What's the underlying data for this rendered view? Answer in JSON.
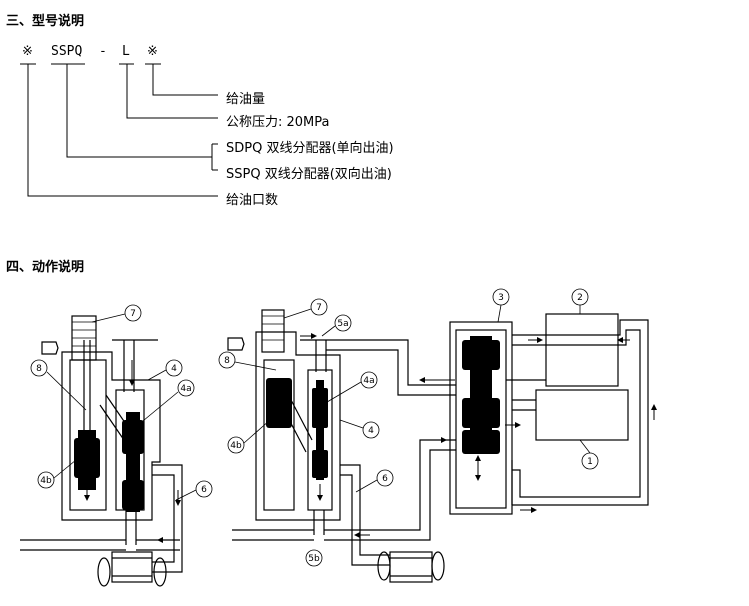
{
  "section3": {
    "heading": "三、型号说明",
    "model_code": {
      "part1": "※",
      "part2": "SSPQ",
      "dash": "-",
      "part3": "L",
      "part4": "※"
    },
    "descriptions": [
      "给油量",
      "公称压力: 20MPa",
      "SDPQ 双线分配器(单向出油)",
      "SSPQ 双线分配器(双向出油)",
      "给油口数"
    ]
  },
  "section4": {
    "heading": "四、动作说明",
    "callouts": {
      "c1": "1",
      "c2": "2",
      "c3": "3",
      "c4_left": "4",
      "c4a_left": "4a",
      "c4b_left": "4b",
      "c6_left": "6",
      "c7_left": "7",
      "c8_left": "8",
      "c4_mid": "4",
      "c4a_mid": "4a",
      "c4b_mid": "4b",
      "c5a": "5a",
      "c5b": "5b",
      "c6_mid": "6",
      "c7_mid": "7",
      "c8_mid": "8"
    }
  }
}
